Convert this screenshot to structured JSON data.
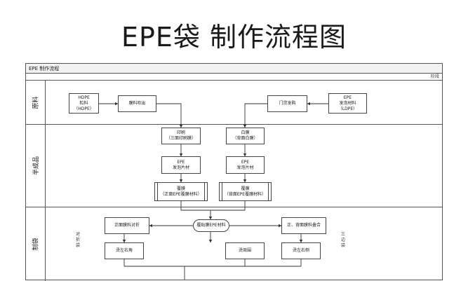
{
  "page": {
    "title": "EPE袋 制作流程图"
  },
  "frame": {
    "header": "EPE 制作流程",
    "stage": "阶段"
  },
  "lanes": {
    "raw": "原料",
    "semi": "半成品",
    "bag": "制袋"
  },
  "nodes": {
    "hdpe": {
      "l1": "HDPE",
      "l2": "粒料",
      "l3": "（HDPE）"
    },
    "blow": {
      "l1": "膜料吹出"
    },
    "buy": {
      "l1": "门贷发购"
    },
    "epe_raw": {
      "l1": "EPE",
      "l2": "发泡材料",
      "l3": "（LDPE）"
    },
    "print": {
      "l1": "印刷",
      "l2": "（三面印刷膜）"
    },
    "white": {
      "l1": "白膜",
      "l2": "（背面白膜）"
    },
    "epe_cut1": {
      "l1": "EPE",
      "l2": "发泡片材"
    },
    "epe_cut2": {
      "l1": "EPE",
      "l2": "发泡片材"
    },
    "lam1": {
      "l1": "覆膜",
      "l2": "（正面EPE覆膜材料）"
    },
    "lam2": {
      "l1": "覆膜",
      "l2": "（背面EPE覆膜材料）"
    },
    "center": {
      "l1": "覆贴膜EPE材料"
    },
    "left_a": {
      "l1": "正面膜料对折"
    },
    "right_a": {
      "l1": "正、背面膜料叠合"
    },
    "left_b": {
      "l1": "烫左右角"
    },
    "mid_b": {
      "l1": "烫周围"
    },
    "right_b": {
      "l1": "烫左右侧"
    }
  },
  "notes": {
    "left": "对折袋",
    "right": "三边袋"
  }
}
